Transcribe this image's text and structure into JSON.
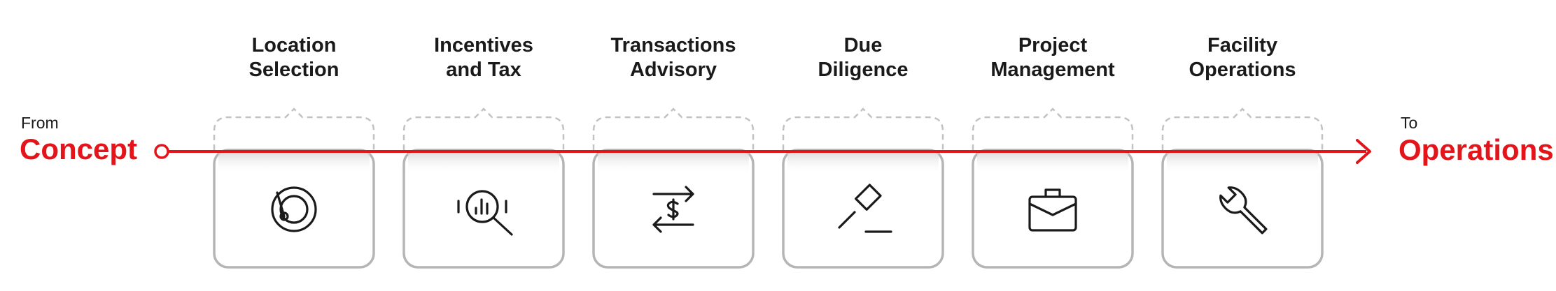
{
  "colors": {
    "accent": "#e3151b",
    "card_border": "#b5b5b5",
    "bracket": "#c2c2c2",
    "icon": "#1a1a1a",
    "text": "#1a1a1a"
  },
  "start": {
    "small": "From",
    "big": "Concept"
  },
  "end": {
    "small": "To",
    "big": "Operations"
  },
  "steps": [
    {
      "line1": "Location",
      "line2": "Selection",
      "icon": "target-icon"
    },
    {
      "line1": "Incentives",
      "line2": "and Tax",
      "icon": "magnifier-chart-icon"
    },
    {
      "line1": "Transactions",
      "line2": "Advisory",
      "icon": "dollar-exchange-icon"
    },
    {
      "line1": "Due",
      "line2": "Diligence",
      "icon": "gavel-icon"
    },
    {
      "line1": "Project",
      "line2": "Management",
      "icon": "briefcase-icon"
    },
    {
      "line1": "Facility",
      "line2": "Operations",
      "icon": "wrench-icon"
    }
  ]
}
